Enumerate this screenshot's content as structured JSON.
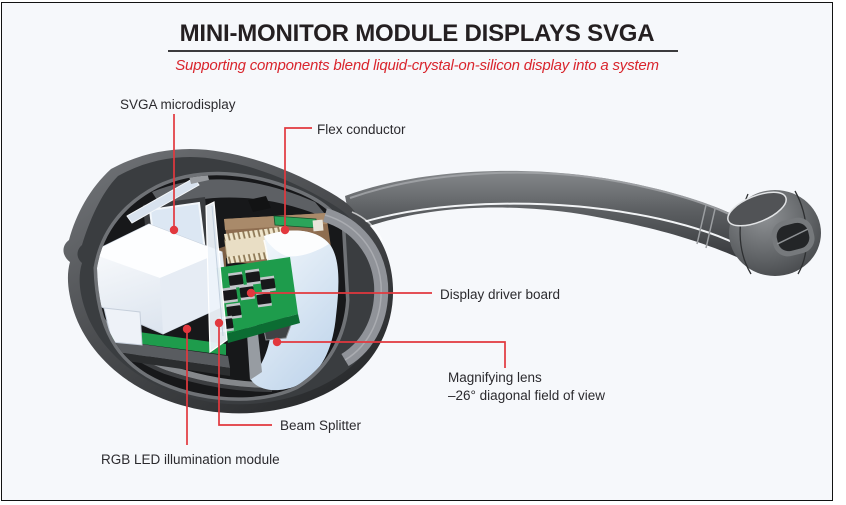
{
  "figure": {
    "title": "MINI-MONITOR MODULE DISPLAYS SVGA",
    "subtitle": "Supporting components blend liquid-crystal-on-silicon display into a system"
  },
  "colors": {
    "page_background": "#f6f8fb",
    "frame_border": "#121212",
    "title_text": "#241f21",
    "subtitle_red": "#d9252d",
    "leader_line_red": "#e2383e",
    "label_text": "#2b2a2e",
    "pcb_green": "#1e9c4c",
    "flex_board_brown": "#93704f",
    "optics_blue": "#dce7f3",
    "housing_gray": "#46484b"
  },
  "callouts": {
    "svga_microdisplay": "SVGA microdisplay",
    "flex_conductor": "Flex conductor",
    "display_driver_board": "Display driver board",
    "magnifying_lens": "Magnifying lens",
    "magnifying_lens_detail": "–26° diagonal field of view",
    "beam_splitter": "Beam Splitter",
    "rgb_led_module": "RGB LED illumination module"
  }
}
